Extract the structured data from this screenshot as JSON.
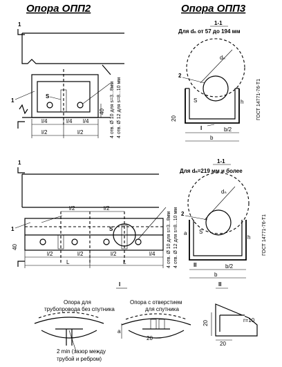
{
  "titles": {
    "opp2": "Опора ОПП2",
    "opp3": "Опора ОПП3"
  },
  "marks": {
    "one": "1",
    "section11": "1-1"
  },
  "labels": {
    "s": "S",
    "one": "1",
    "two": "2",
    "d": "dₙ",
    "h": "h",
    "a": "a",
    "roman_i": "I",
    "roman_ii": "II"
  },
  "dims": {
    "l4": "l/4",
    "l2": "l/2",
    "l": "L",
    "b": "b",
    "b2": "b/2",
    "forty": "40",
    "twenty": "20",
    "r10": "r=10"
  },
  "notes": {
    "hole_10": "4 отв. Ø 10 для s=3...8мм",
    "hole_12": "4 отв. Ø 12 для s=8...10 мм",
    "range_small": "Для dₙ от 57 до 194 мм",
    "range_large": "Для dₙ=219 мм и более",
    "gost": "ГОСТ 14771-76-Т1"
  },
  "captions": {
    "no_sputnik_line1": "Опора для",
    "no_sputnik_line2": "трубопровода без спутника",
    "with_hole_line1": "Опора с отверстием",
    "with_hole_line2": "для спутника",
    "gap_line1": "2 min (зазор между",
    "gap_line2": "трубой и ребром)"
  }
}
